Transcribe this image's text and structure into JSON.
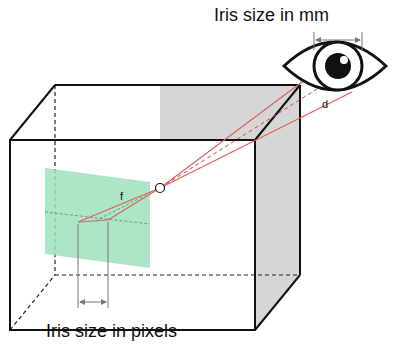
{
  "diagram": {
    "labels": [
      "Iris size in mm",
      "f",
      "d",
      "Iris size in pixels"
    ]
  }
}
